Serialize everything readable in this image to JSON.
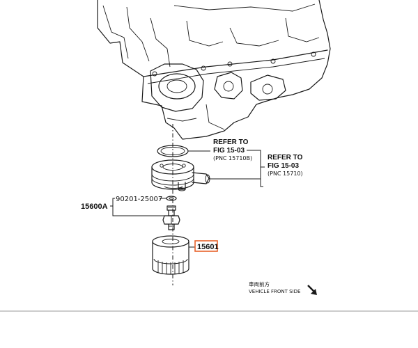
{
  "labels": {
    "refer_to_1": "REFER TO",
    "fig_1": "FIG 15-03",
    "pnc_1": "(PNC 15710B)",
    "refer_to_2": "REFER TO",
    "fig_2": "FIG 15-03",
    "pnc_2": "(PNC 15710)",
    "part_90201": "90201-25007",
    "part_15600A": "15600A",
    "part_15601": "15601",
    "front_jp": "車両前方",
    "front_en": "VEHICLE FRONT SIDE"
  },
  "colors": {
    "highlight": "#e8622a",
    "line": "#1a1a1a"
  },
  "icons": {
    "front_arrow": "arrow-down-right-icon"
  }
}
